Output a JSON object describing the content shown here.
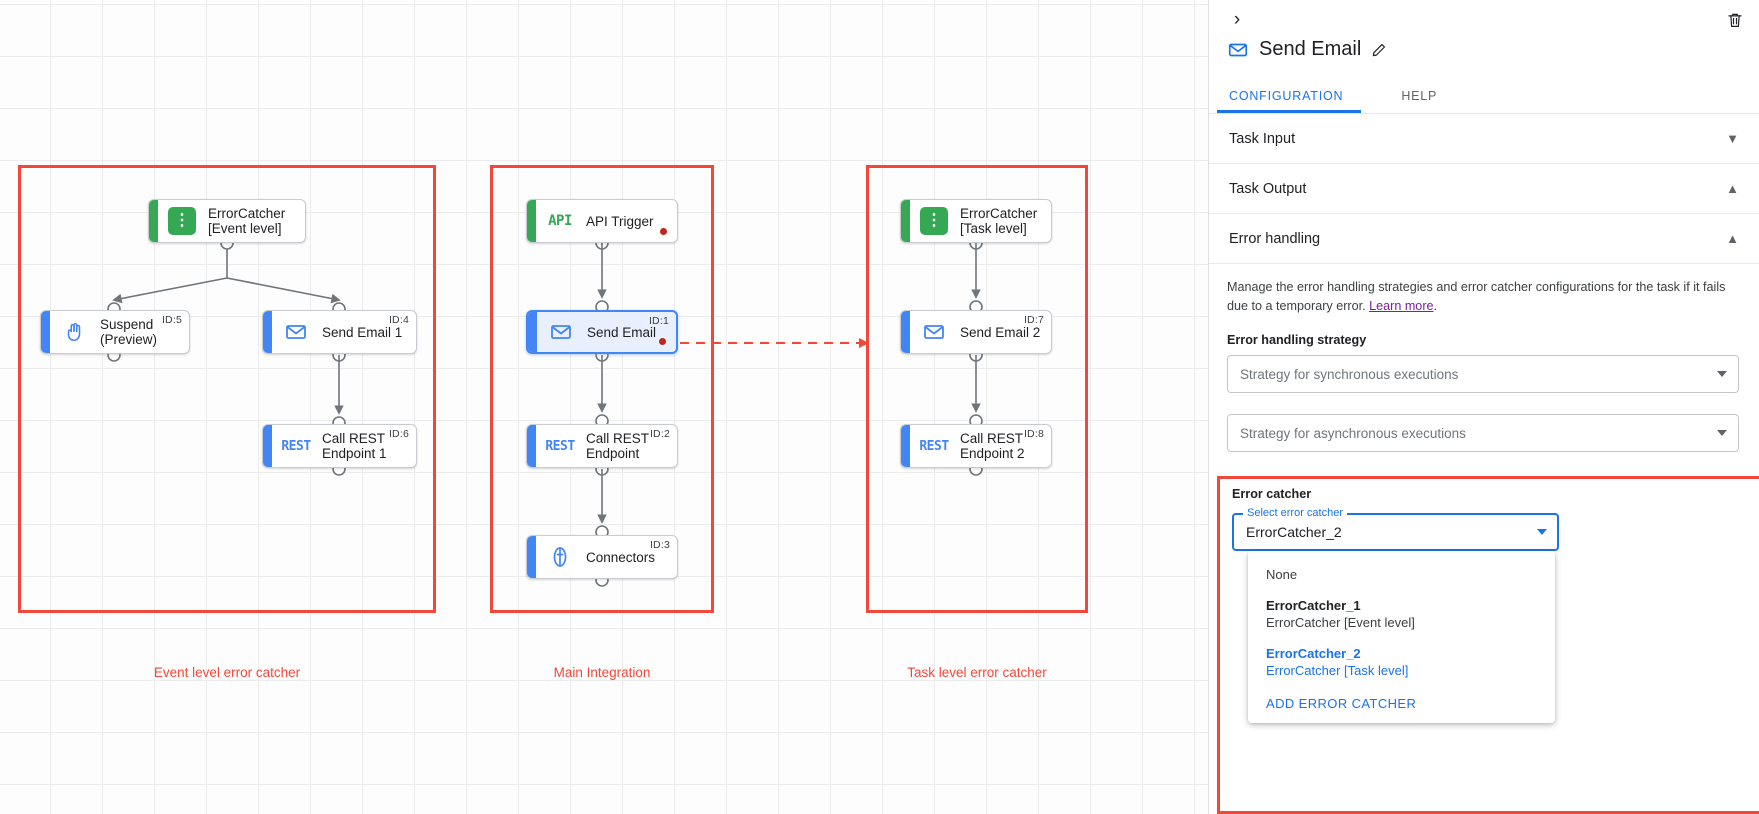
{
  "canvas": {
    "groups": [
      {
        "id": "event-level",
        "label": "Event level error catcher"
      },
      {
        "id": "main-integration",
        "label": "Main Integration"
      },
      {
        "id": "task-level",
        "label": "Task level error catcher"
      }
    ],
    "nodes": [
      {
        "key": "errorcatcher_event",
        "label": "ErrorCatcher\n[Event level]",
        "icon": "error-catcher-icon",
        "kind": "trigger",
        "id_tag": "",
        "selected": false,
        "error_dot": false
      },
      {
        "key": "suspend",
        "label": "Suspend\n(Preview)",
        "icon": "hand-icon",
        "kind": "task",
        "id_tag": "ID:5",
        "selected": false,
        "error_dot": false
      },
      {
        "key": "send_email_1",
        "label": "Send Email 1",
        "icon": "email-icon",
        "kind": "task",
        "id_tag": "ID:4",
        "selected": false,
        "error_dot": false
      },
      {
        "key": "call_rest_1",
        "label": "Call REST\nEndpoint 1",
        "icon": "rest-icon",
        "kind": "task",
        "id_tag": "ID:6",
        "selected": false,
        "error_dot": false
      },
      {
        "key": "api_trigger",
        "label": "API Trigger",
        "icon": "api-icon",
        "kind": "trigger",
        "id_tag": "",
        "selected": false,
        "error_dot": true
      },
      {
        "key": "send_email",
        "label": "Send Email",
        "icon": "email-icon",
        "kind": "task",
        "id_tag": "ID:1",
        "selected": true,
        "error_dot": true
      },
      {
        "key": "call_rest",
        "label": "Call REST\nEndpoint",
        "icon": "rest-icon",
        "kind": "task",
        "id_tag": "ID:2",
        "selected": false,
        "error_dot": false
      },
      {
        "key": "connectors",
        "label": "Connectors",
        "icon": "connectors-icon",
        "kind": "task",
        "id_tag": "ID:3",
        "selected": false,
        "error_dot": false
      },
      {
        "key": "errorcatcher_task",
        "label": "ErrorCatcher\n[Task level]",
        "icon": "error-catcher-icon",
        "kind": "trigger",
        "id_tag": "",
        "selected": false,
        "error_dot": false
      },
      {
        "key": "send_email_2",
        "label": "Send Email 2",
        "icon": "email-icon",
        "kind": "task",
        "id_tag": "ID:7",
        "selected": false,
        "error_dot": false
      },
      {
        "key": "call_rest_2",
        "label": "Call REST\nEndpoint 2",
        "icon": "rest-icon",
        "kind": "task",
        "id_tag": "ID:8",
        "selected": false,
        "error_dot": false
      }
    ]
  },
  "panel": {
    "title": "Send Email",
    "tabs": [
      {
        "key": "configuration",
        "label": "CONFIGURATION",
        "active": true
      },
      {
        "key": "help",
        "label": "HELP",
        "active": false
      }
    ],
    "sections": [
      {
        "key": "task_input",
        "title": "Task Input",
        "expanded": false
      },
      {
        "key": "task_output",
        "title": "Task Output",
        "expanded": true
      },
      {
        "key": "error_handling",
        "title": "Error handling",
        "expanded": true
      }
    ],
    "error_handling": {
      "description": "Manage the error handling strategies and error catcher configurations for the task if it fails due to a temporary error.",
      "learn_more": "Learn more",
      "strategy_label": "Error handling strategy",
      "sync_placeholder": "Strategy for synchronous executions",
      "async_placeholder": "Strategy for asynchronous executions"
    },
    "error_catcher": {
      "label": "Error catcher",
      "select_legend": "Select error catcher",
      "selected_value": "ErrorCatcher_2",
      "options": [
        {
          "primary": "None",
          "secondary": "",
          "selected": false
        },
        {
          "primary": "ErrorCatcher_1",
          "secondary": "ErrorCatcher [Event level]",
          "selected": false
        },
        {
          "primary": "ErrorCatcher_2",
          "secondary": "ErrorCatcher [Task level]",
          "selected": true
        }
      ],
      "add_action": "ADD ERROR CATCHER"
    }
  },
  "colors": {
    "accent_blue": "#1a73e8",
    "trigger_green": "#34a853",
    "task_blue": "#4285f4",
    "highlight_red": "#f2483a",
    "error_dot_red": "#c5221f",
    "link_purple": "#7b1fa2"
  }
}
